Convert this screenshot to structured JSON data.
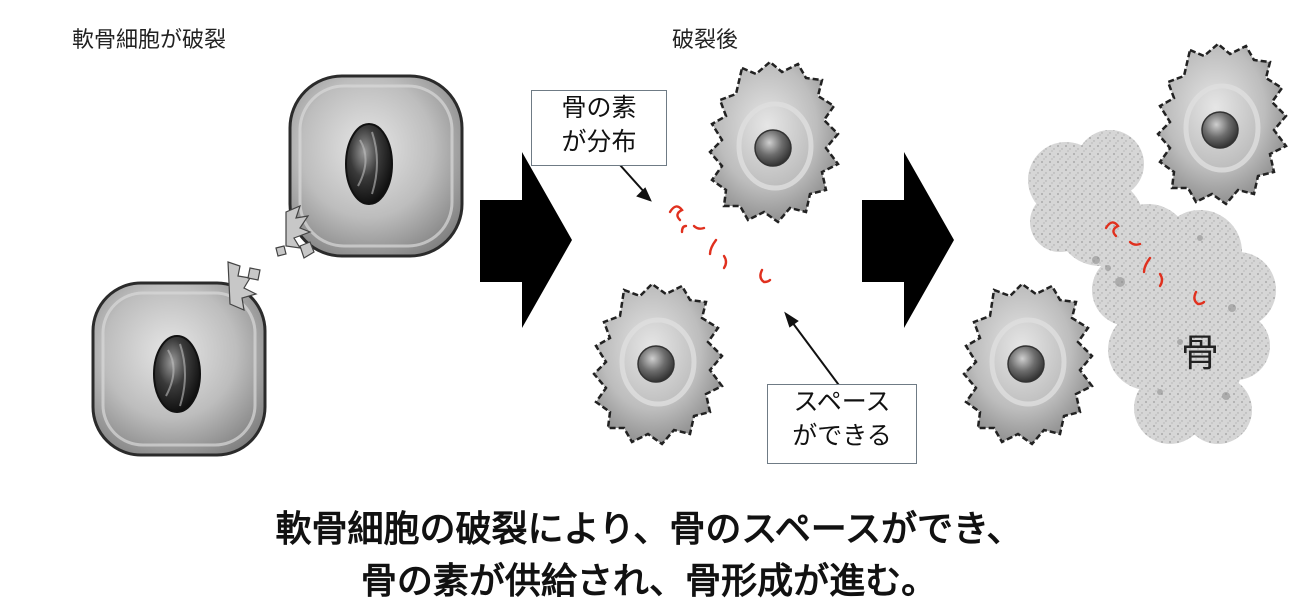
{
  "stage_labels": {
    "rupture": "軟骨細胞が破裂",
    "after": "破裂後"
  },
  "callouts": {
    "bone_elements": [
      "骨の素",
      "が分布"
    ],
    "space": [
      "スペース",
      "ができる"
    ]
  },
  "bone_label": "骨",
  "caption": {
    "line1": "軟骨細胞の破裂により、骨のスペースができ、",
    "line2": "骨の素が供給され、骨形成が進む。"
  },
  "colors": {
    "bone_element": "#e0301e",
    "cell_fill": "#b9b9b9",
    "arrow": "#000000",
    "callout_border": "#6f7b85"
  }
}
